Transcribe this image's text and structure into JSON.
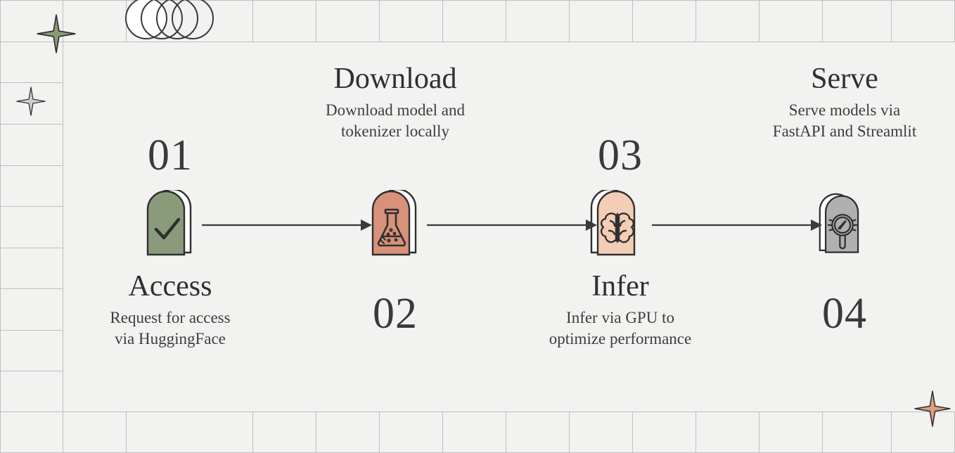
{
  "figure": {
    "type": "process-flow-diagram",
    "orientation": "horizontal",
    "step_count": 4
  },
  "colors": {
    "background": "#f2f2f1",
    "grid_line": "#bfbfbf",
    "text_dark": "#3a3a3a",
    "outline": "#3a3a3a",
    "step1_fill": "#8a9a7b",
    "step2_fill": "#d8917a",
    "step3_fill": "#f3cdb6",
    "step4_fill": "#b0b0b0",
    "sparkle_green": "#8a9a7b",
    "sparkle_gray": "#cfcfcf",
    "sparkle_salmon": "#df9d83"
  },
  "steps": [
    {
      "number": "01",
      "title": "Access",
      "description": "Request for access\nvia HuggingFace",
      "desc_line1": "Request for access",
      "desc_line2": "via HuggingFace",
      "icon": "checkmark-icon",
      "fill": "#8a9a7b",
      "label_position": "below"
    },
    {
      "number": "02",
      "title": "Download",
      "description": "Download model and\ntokenizer locally",
      "desc_line1": "Download model and",
      "desc_line2": "tokenizer locally",
      "icon": "flask-icon",
      "fill": "#d8917a",
      "label_position": "above"
    },
    {
      "number": "03",
      "title": "Infer",
      "description": "Infer via GPU to\noptimize performance",
      "desc_line1": "Infer via GPU to",
      "desc_line2": "optimize performance",
      "icon": "brain-icon",
      "fill": "#f3cdb6",
      "label_position": "below"
    },
    {
      "number": "04",
      "title": "Serve",
      "description": "Serve models via\nFastAPI and Streamlit",
      "desc_line1": "Serve models via",
      "desc_line2": "FastAPI and Streamlit",
      "icon": "compass-icon",
      "fill": "#b0b0b0",
      "label_position": "above"
    }
  ],
  "decorations": {
    "circles_count": 4,
    "sparkles": [
      {
        "name": "sparkle-green-large",
        "color": "#8a9a7b"
      },
      {
        "name": "sparkle-gray-small",
        "color": "#cfcfcf"
      },
      {
        "name": "sparkle-salmon-small",
        "color": "#df9d83"
      }
    ]
  }
}
